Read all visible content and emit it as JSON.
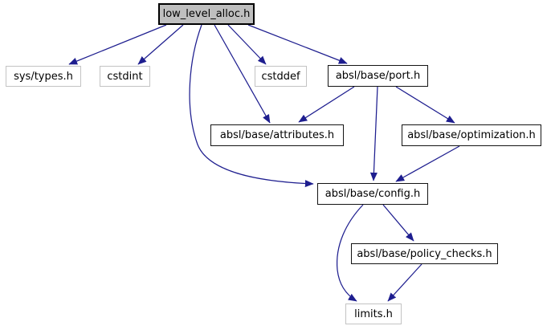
{
  "diagram": {
    "type": "include-dependency-graph",
    "root": "low_level_alloc.h",
    "colors": {
      "edge": "#1e1e8f",
      "root_fill": "#bfbfbf",
      "node_fill": "#ffffff",
      "internal_border": "#141414",
      "external_border": "#c3c3c3",
      "text": "#000000",
      "background": "#ffffff"
    },
    "nodes": [
      {
        "id": "low_level_alloc",
        "label": "low_level_alloc.h",
        "kind": "root"
      },
      {
        "id": "sys_types",
        "label": "sys/types.h",
        "kind": "external"
      },
      {
        "id": "cstdint",
        "label": "cstdint",
        "kind": "external"
      },
      {
        "id": "cstddef",
        "label": "cstddef",
        "kind": "external"
      },
      {
        "id": "port",
        "label": "absl/base/port.h",
        "kind": "internal"
      },
      {
        "id": "attributes",
        "label": "absl/base/attributes.h",
        "kind": "internal"
      },
      {
        "id": "optimization",
        "label": "absl/base/optimization.h",
        "kind": "internal"
      },
      {
        "id": "config",
        "label": "absl/base/config.h",
        "kind": "internal"
      },
      {
        "id": "policy_checks",
        "label": "absl/base/policy_checks.h",
        "kind": "internal"
      },
      {
        "id": "limits",
        "label": "limits.h",
        "kind": "external"
      }
    ],
    "edges": [
      {
        "from": "low_level_alloc.h",
        "to": "sys/types.h"
      },
      {
        "from": "low_level_alloc.h",
        "to": "cstdint"
      },
      {
        "from": "low_level_alloc.h",
        "to": "cstddef"
      },
      {
        "from": "low_level_alloc.h",
        "to": "absl/base/port.h"
      },
      {
        "from": "low_level_alloc.h",
        "to": "absl/base/attributes.h"
      },
      {
        "from": "low_level_alloc.h",
        "to": "absl/base/config.h"
      },
      {
        "from": "absl/base/port.h",
        "to": "absl/base/attributes.h"
      },
      {
        "from": "absl/base/port.h",
        "to": "absl/base/config.h"
      },
      {
        "from": "absl/base/port.h",
        "to": "absl/base/optimization.h"
      },
      {
        "from": "absl/base/optimization.h",
        "to": "absl/base/config.h"
      },
      {
        "from": "absl/base/config.h",
        "to": "absl/base/policy_checks.h"
      },
      {
        "from": "absl/base/config.h",
        "to": "limits.h"
      },
      {
        "from": "absl/base/policy_checks.h",
        "to": "limits.h"
      }
    ]
  }
}
